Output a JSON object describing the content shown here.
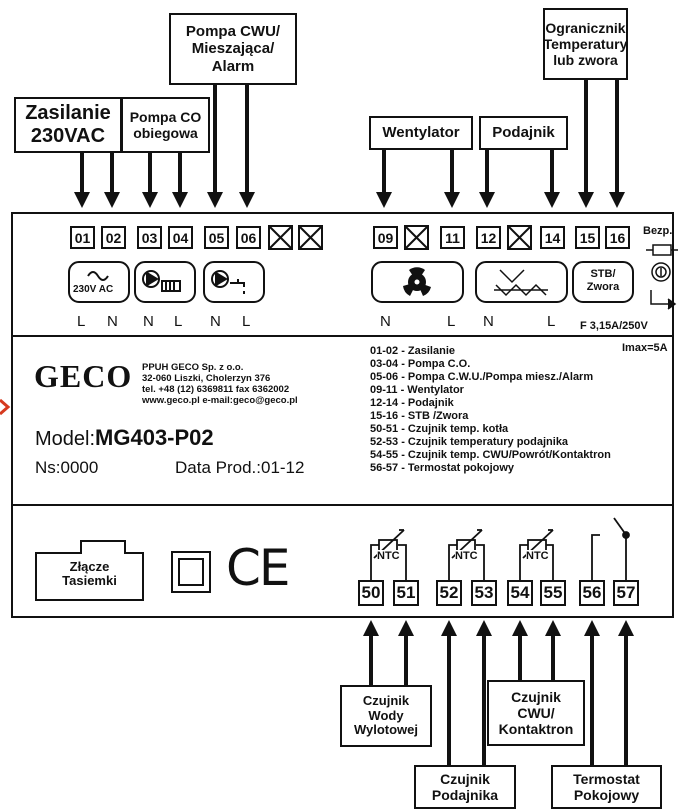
{
  "top_labels": {
    "zasilanie": "Zasilanie\n230VAC",
    "pompa_co": "Pompa CO\nobiegowa",
    "pompa_cwu": "Pompa CWU/\nMieszająca/\nAlarm",
    "wentylator": "Wentylator",
    "podajnik": "Podajnik",
    "ogranicznik": "Ogranicznik\nTemperatury\nlub zwora"
  },
  "top_terminals": [
    "01",
    "02",
    "03",
    "04",
    "05",
    "06",
    "09",
    "11",
    "12",
    "14",
    "15",
    "16"
  ],
  "device_labels": {
    "ac": "230V AC",
    "stb": "STB/\nZwora",
    "bezp": "Bezp."
  },
  "poles": {
    "t01": "L",
    "t02": "N",
    "t03": "N",
    "t04": "L",
    "t05": "N",
    "t06": "L",
    "t09": "N",
    "t11": "L",
    "t12": "N",
    "t14": "L"
  },
  "fuse": {
    "rating": "F 3,15A/250V",
    "imax": "Imax=5A"
  },
  "company": {
    "logo": "GECO",
    "name": "PPUH GECO Sp. z o.o.",
    "address": "32-060 Liszki, Cholerzyn 376",
    "phone": "tel. +48 (12) 6369811 fax 6362002",
    "web": "www.geco.pl e-mail:geco@geco.pl"
  },
  "model": {
    "prefix": "Model:",
    "name": "MG403-P02",
    "ns": "Ns:0000",
    "date": "Data Prod.:01-12"
  },
  "legend": [
    "01-02 - Zasilanie",
    "03-04 - Pompa C.O.",
    "05-06 - Pompa C.W.U./Pompa miesz./Alarm",
    "09-11 - Wentylator",
    "12-14 - Podajnik",
    "15-16 - STB /Zwora",
    "50-51 - Czujnik temp. kotła",
    "52-53 - Czujnik temperatury podajnika",
    "54-55 - Czujnik temp. CWU/Powrót/Kontaktron",
    "56-57 - Termostat pokojowy"
  ],
  "bottom": {
    "zlacze": "Złącze\nTasiemki",
    "ntc": "NTC",
    "ce": "CE",
    "terminals": [
      "50",
      "51",
      "52",
      "53",
      "54",
      "55",
      "56",
      "57"
    ]
  },
  "bottom_labels": {
    "wody": "Czujnik\nWody\nWylotowej",
    "podajnika": "Czujnik\nPodajnika",
    "cwu": "Czujnik\nCWU/\nKontaktron",
    "termostat": "Termostat\nPokojowy"
  }
}
